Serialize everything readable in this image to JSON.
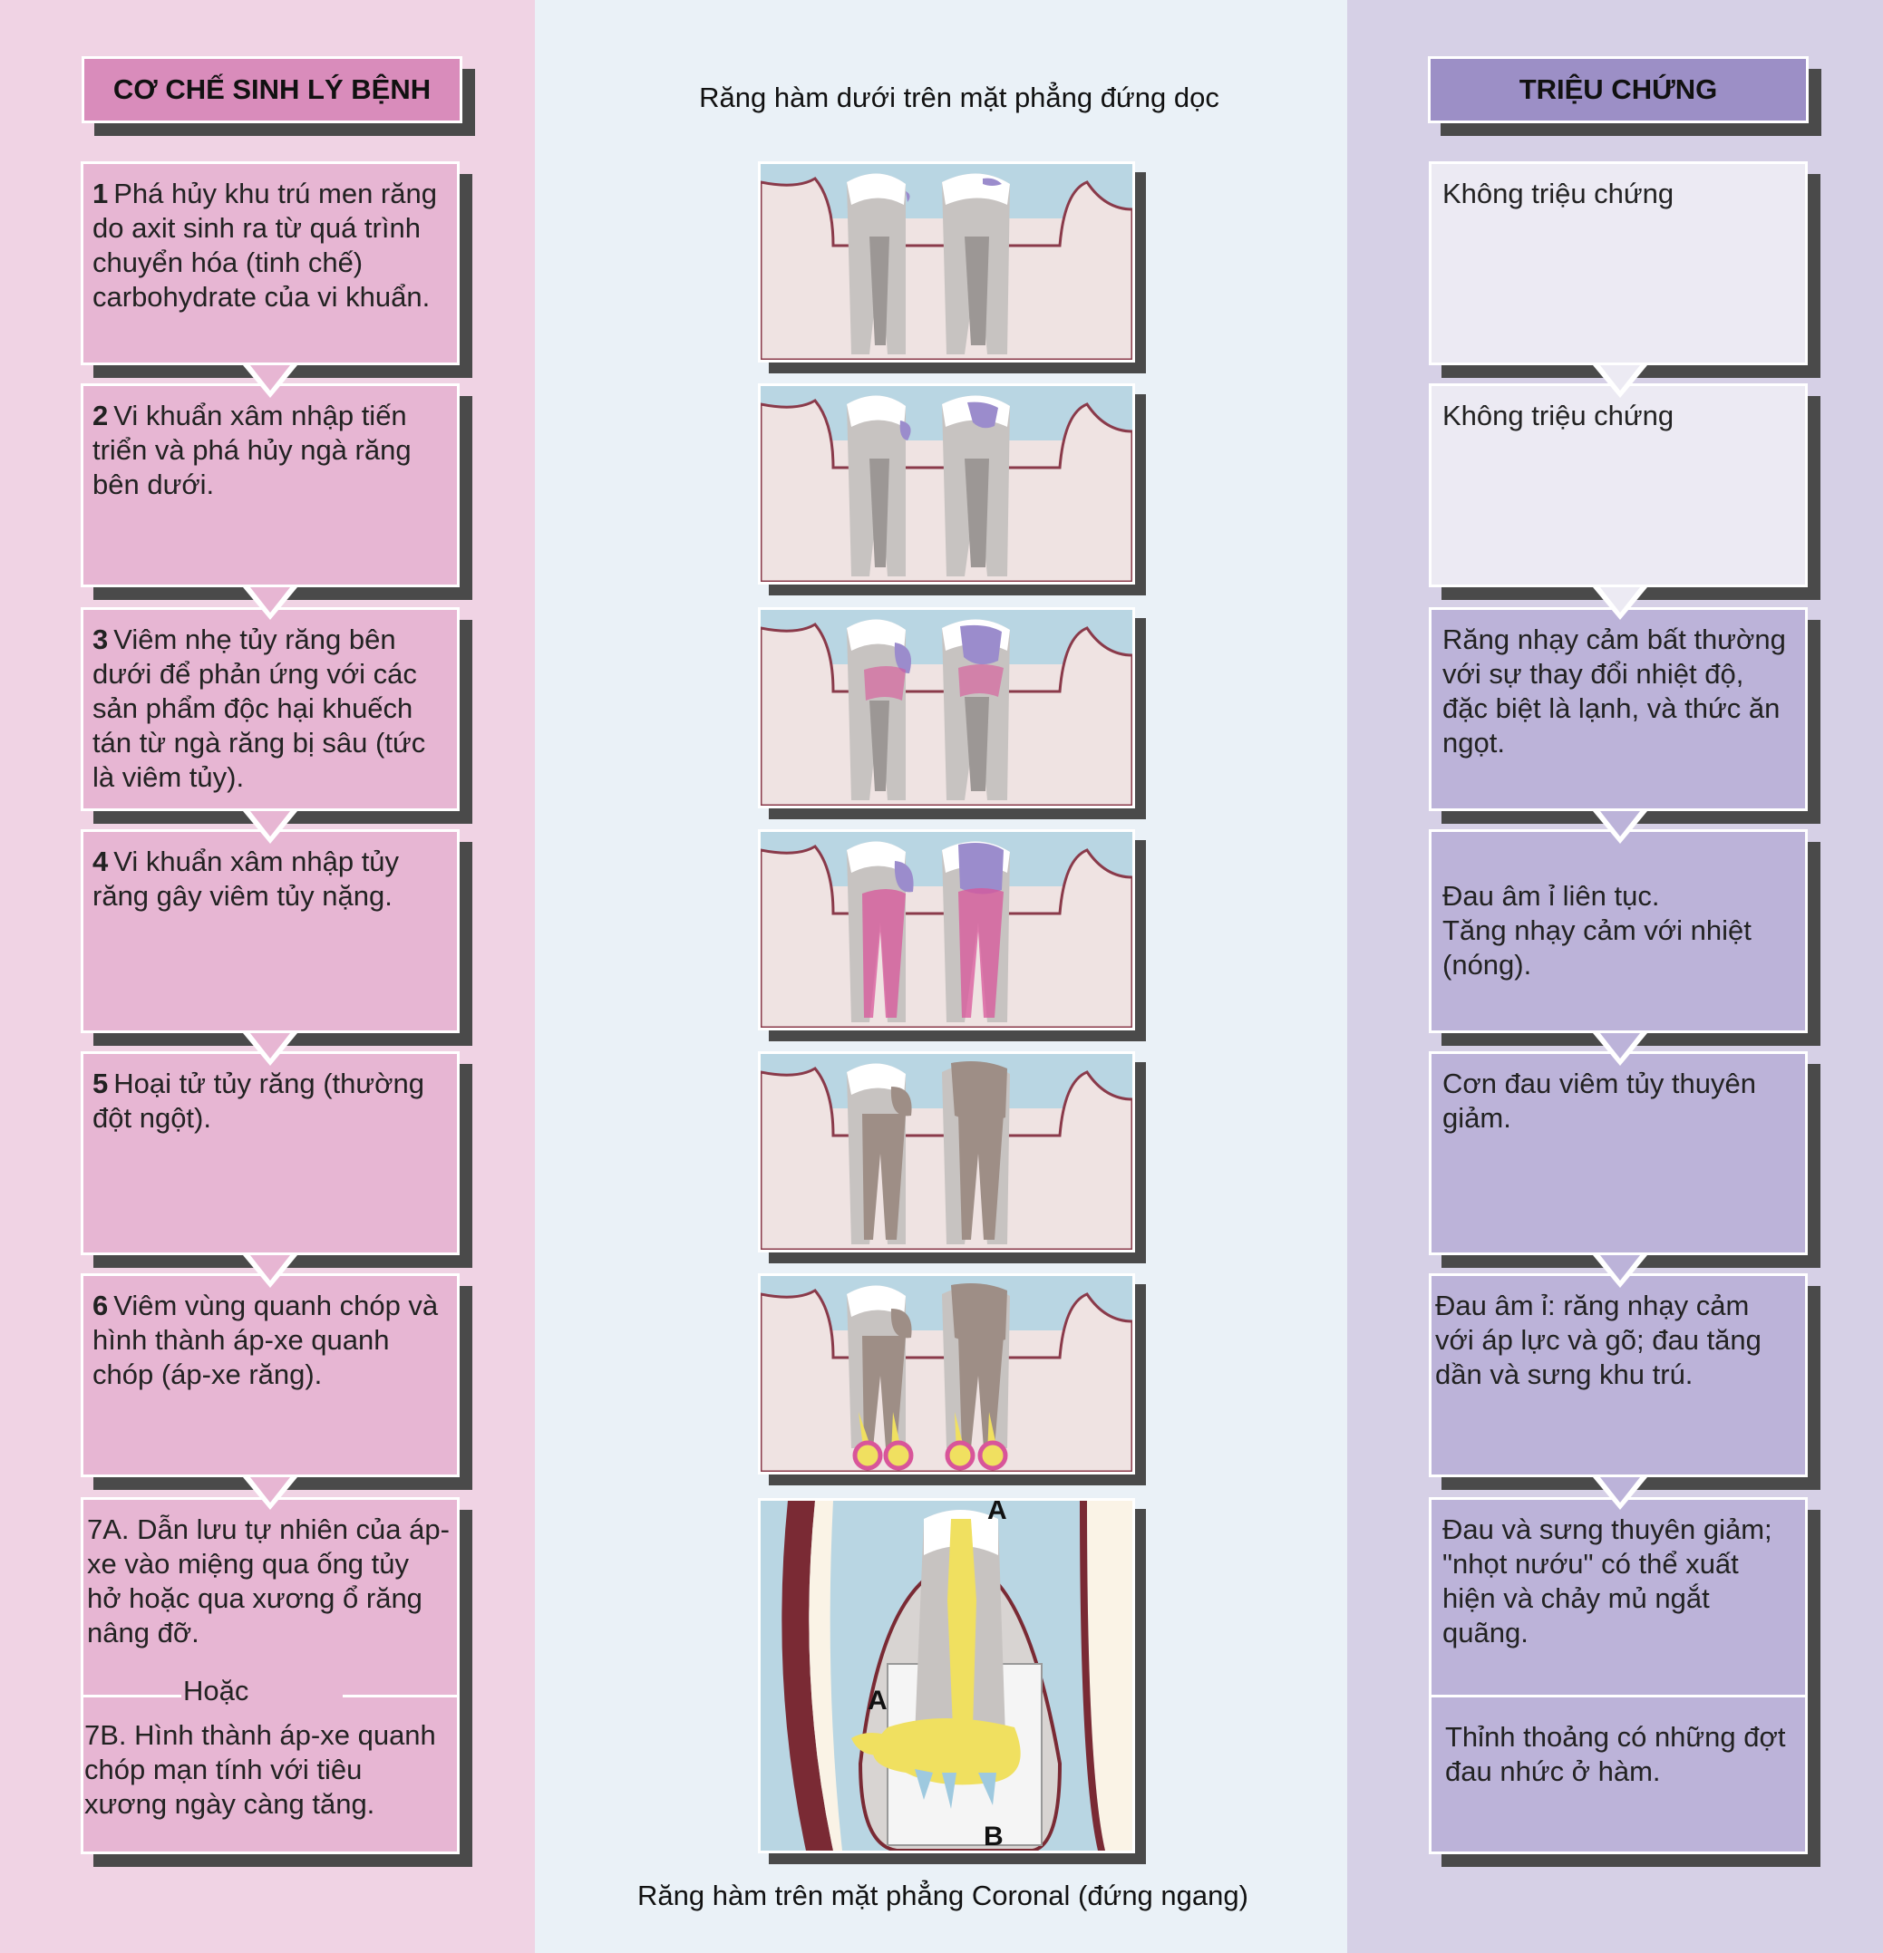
{
  "left_header": "CƠ CHẾ SINH LÝ BỆNH",
  "right_header": "TRIỆU CHỨNG",
  "mid_top_title": "Răng hàm dưới trên mặt phẳng đứng dọc",
  "mid_bottom_title": "Răng hàm trên mặt phẳng Coronal (đứng ngang)",
  "steps": [
    {
      "num": "1",
      "text": "Phá hủy khu trú men răng do axit sinh ra từ quá trình chuyển hóa (tinh chế) carbohydrate của vi khuẩn."
    },
    {
      "num": "2",
      "text": "Vi khuẩn xâm nhập tiến triển và phá hủy ngà răng bên dưới."
    },
    {
      "num": "3",
      "text": "Viêm nhẹ tủy răng bên dưới để phản ứng với các sản phẩm độc hại khuếch tán từ ngà răng bị sâu (tức là viêm tủy)."
    },
    {
      "num": "4",
      "text": "Vi khuẩn xâm nhập tủy răng gây viêm tủy nặng."
    },
    {
      "num": "5",
      "text": "Hoại tử tủy răng (thường đột ngột)."
    },
    {
      "num": "6",
      "text": "Viêm vùng quanh chóp và hình thành áp-xe quanh chóp (áp-xe răng)."
    }
  ],
  "step7a": "7A. Dẫn lưu tự nhiên của áp-xe vào miệng qua ống tủy hở hoặc qua xương ổ răng nâng đỡ.",
  "or_label": "Hoặc",
  "step7b": "7B. Hình thành áp-xe quanh chóp mạn tính với tiêu xương ngày càng tăng.",
  "symptoms": [
    "Không triệu chứng",
    "Không triệu chứng",
    "Răng nhạy cảm bất thường với sự thay đổi nhiệt độ, đặc biệt là lạnh, và thức ăn ngọt.",
    "Đau âm ỉ liên tục.\nTăng nhạy cảm với nhiệt (nóng).",
    "Cơn đau viêm tủy thuyên giảm.",
    "Đau âm ỉ: răng nhạy cảm với áp lực và gõ; đau tăng dần và sưng khu trú.",
    "Đau và sưng thuyên giảm; \"nhọt nướu\" có thể xuất hiện và chảy mủ ngắt quãng.",
    "Thỉnh thoảng có những đợt đau nhức ở hàm."
  ],
  "coronal_labels": {
    "a_top": "A",
    "a_left": "A",
    "b": "B"
  },
  "colors": {
    "left_bg": "#f0d3e4",
    "mid_bg": "#eaf1f7",
    "right_bg": "#d6d0e6",
    "step_box": "#e7b6d3",
    "symptom_box": "#bcb3d9",
    "symptom_pale": "#eceaf3",
    "caries": "#9b8ccc",
    "inflammation": "#d8559a",
    "necrosis": "#9e8e86",
    "pus": "#f0e060"
  }
}
